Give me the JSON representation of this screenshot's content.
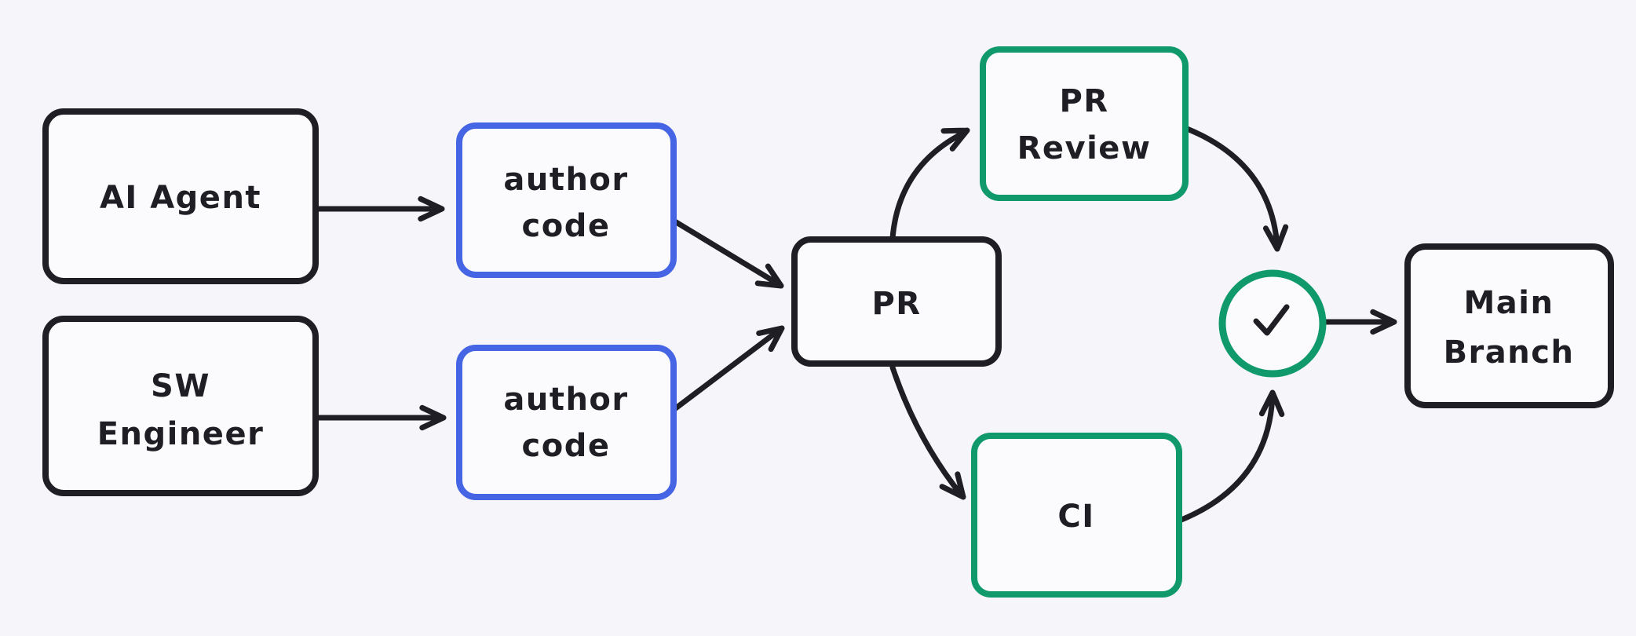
{
  "diagram": {
    "description": "Flow diagram of AI agent and software engineer authoring code that becomes a PR, which passes PR Review and CI checks before merging to the main branch",
    "background_color": "#f6f6fa",
    "node_fill_color": "#fbfbfd",
    "colors": {
      "black": "#1e1e24",
      "blue": "#4665e5",
      "green": "#109a6c"
    },
    "nodes": {
      "ai_agent": {
        "label": "AI Agent",
        "stroke": "black"
      },
      "sw_engineer": {
        "line1": "SW",
        "line2": "Engineer",
        "stroke": "black"
      },
      "author_code_top": {
        "line1": "author",
        "line2": "code",
        "stroke": "blue"
      },
      "author_code_bottom": {
        "line1": "author",
        "line2": "code",
        "stroke": "blue"
      },
      "pr": {
        "label": "PR",
        "stroke": "black"
      },
      "pr_review": {
        "line1": "PR",
        "line2": "Review",
        "stroke": "green"
      },
      "ci": {
        "label": "CI",
        "stroke": "green"
      },
      "approval_check": {
        "icon": "checkmark-icon",
        "stroke": "green"
      },
      "main_branch": {
        "line1": "Main",
        "line2": "Branch",
        "stroke": "black"
      }
    },
    "edges": [
      {
        "from": "ai_agent",
        "to": "author_code_top",
        "shape": "straight"
      },
      {
        "from": "sw_engineer",
        "to": "author_code_bottom",
        "shape": "straight"
      },
      {
        "from": "author_code_top",
        "to": "pr",
        "shape": "straight"
      },
      {
        "from": "author_code_bottom",
        "to": "pr",
        "shape": "straight"
      },
      {
        "from": "pr",
        "to": "pr_review",
        "shape": "curved"
      },
      {
        "from": "pr",
        "to": "ci",
        "shape": "curved"
      },
      {
        "from": "pr_review",
        "to": "approval_check",
        "shape": "curved"
      },
      {
        "from": "ci",
        "to": "approval_check",
        "shape": "curved"
      },
      {
        "from": "approval_check",
        "to": "main_branch",
        "shape": "straight"
      }
    ]
  }
}
